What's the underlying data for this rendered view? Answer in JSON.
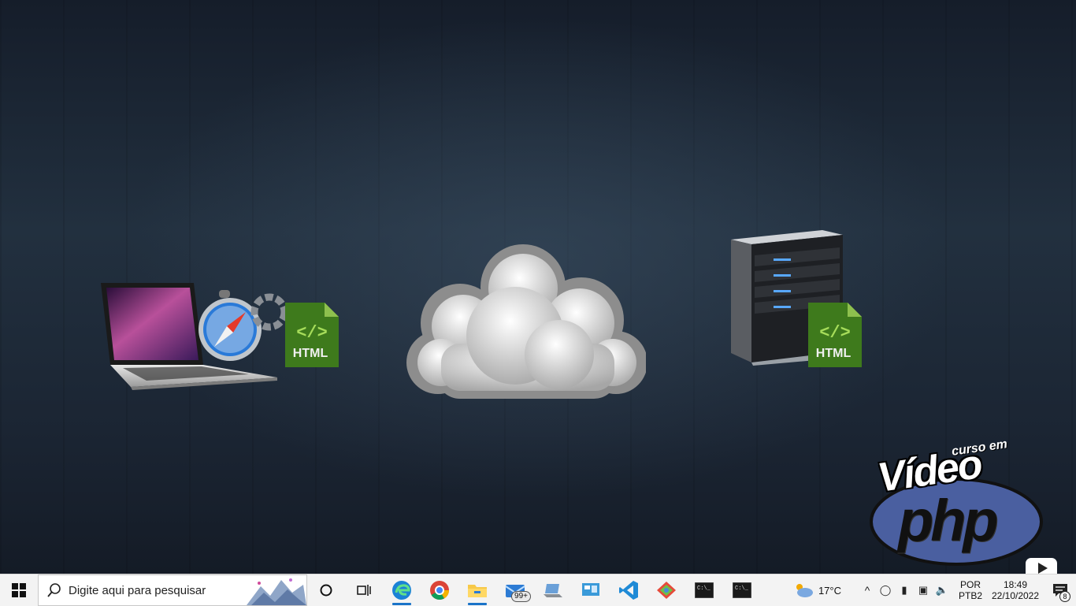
{
  "scene": {
    "client_badge": "HTML",
    "server_badge": "HTML",
    "logo": {
      "line1": "curso em",
      "line2": "Vídeo",
      "line3": "php"
    }
  },
  "taskbar": {
    "search_placeholder": "Digite aqui para pesquisar",
    "mail_badge": "99+",
    "weather_temp": "17°C",
    "language_line1": "POR",
    "language_line2": "PTB2",
    "time": "18:49",
    "date": "22/10/2022",
    "notifications_count": "8"
  },
  "colors": {
    "accent": "#1a73c8",
    "html_badge": "#3e7a1c",
    "logo_blue": "#4a5fa0"
  }
}
